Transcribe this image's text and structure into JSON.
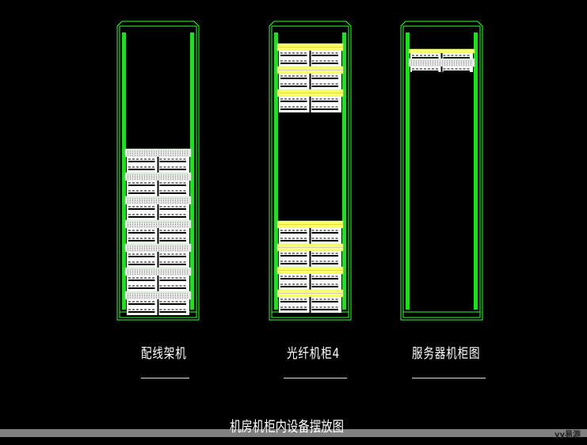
{
  "drawing": {
    "title": "机房机柜内设备摆放图",
    "watermark": "yy易游",
    "colors": {
      "frame": "#33ff33",
      "rail": "#22dd22",
      "panel": "#ffffff",
      "highlight": "#ffff66",
      "background": "#000000"
    },
    "cabinets": [
      {
        "label": "配线架机",
        "groups": [
          {
            "start": 0.42,
            "units": [
              "dots",
              "patch",
              "dots",
              "patch",
              "dots",
              "patch",
              "dots",
              "patch",
              "dots",
              "patch",
              "dots",
              "patch",
              "dots",
              "patch"
            ]
          }
        ]
      },
      {
        "label": "光纤机柜4",
        "groups": [
          {
            "start": 0.04,
            "units": [
              "yellow",
              "patch",
              "yellow",
              "patch",
              "yellow",
              "patch"
            ]
          },
          {
            "start": 0.68,
            "units": [
              "yellow",
              "patch",
              "yellow",
              "patch",
              "yellow",
              "patch",
              "yellow",
              "patch"
            ]
          }
        ]
      },
      {
        "label": "服务器机柜图",
        "groups": [
          {
            "start": 0.06,
            "units": [
              "yellowsmall",
              "patchsmall",
              "dots",
              "patchsmall"
            ]
          }
        ]
      }
    ]
  }
}
